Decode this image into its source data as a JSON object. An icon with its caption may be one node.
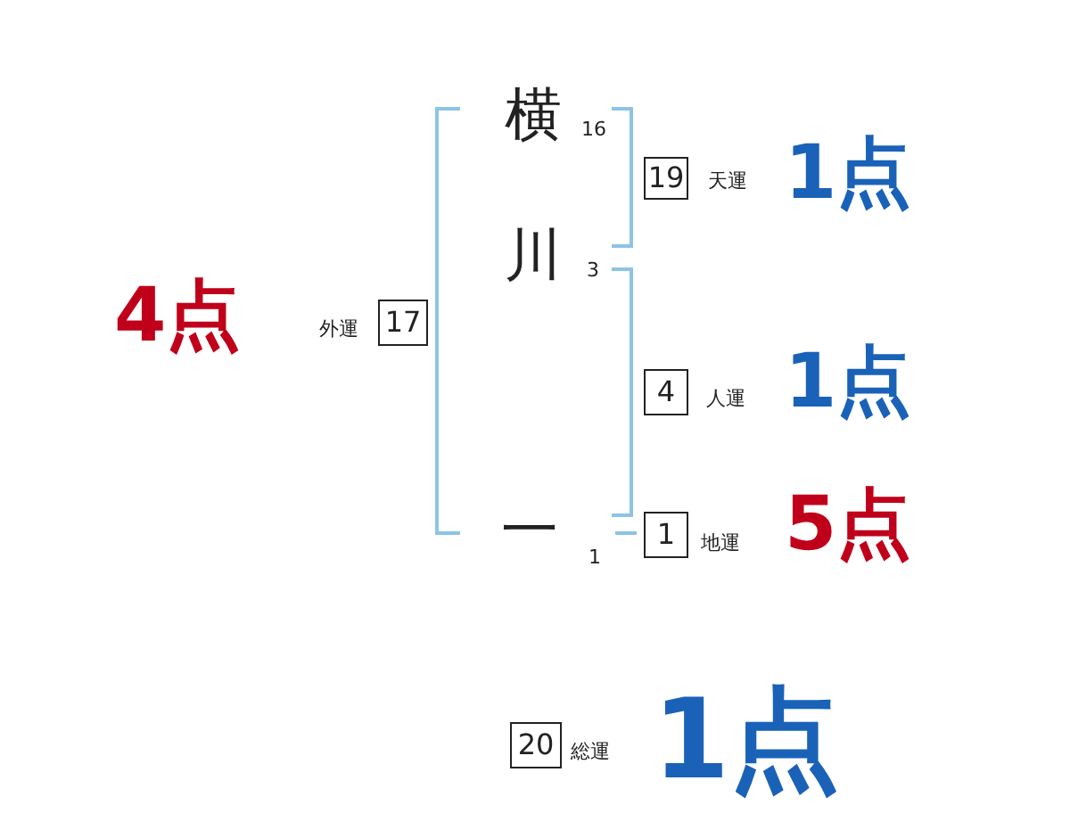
{
  "diagram": {
    "nodes": [
      {
        "text": [
          "19"
        ],
        "beside": [
          "天運"
        ]
      },
      {
        "text": [
          "17"
        ],
        "beside": [
          "外運"
        ]
      },
      {
        "text": [
          "4"
        ],
        "beside": [
          "人運"
        ]
      },
      {
        "text": [
          "1"
        ],
        "beside": [
          "地運"
        ]
      },
      {
        "text": [
          "20"
        ],
        "beside": [
          "総運"
        ]
      }
    ],
    "labels": [
      "横",
      "16",
      "1点",
      "川",
      "3",
      "4点",
      "1点",
      "5点",
      "一",
      "1",
      "1点"
    ]
  }
}
